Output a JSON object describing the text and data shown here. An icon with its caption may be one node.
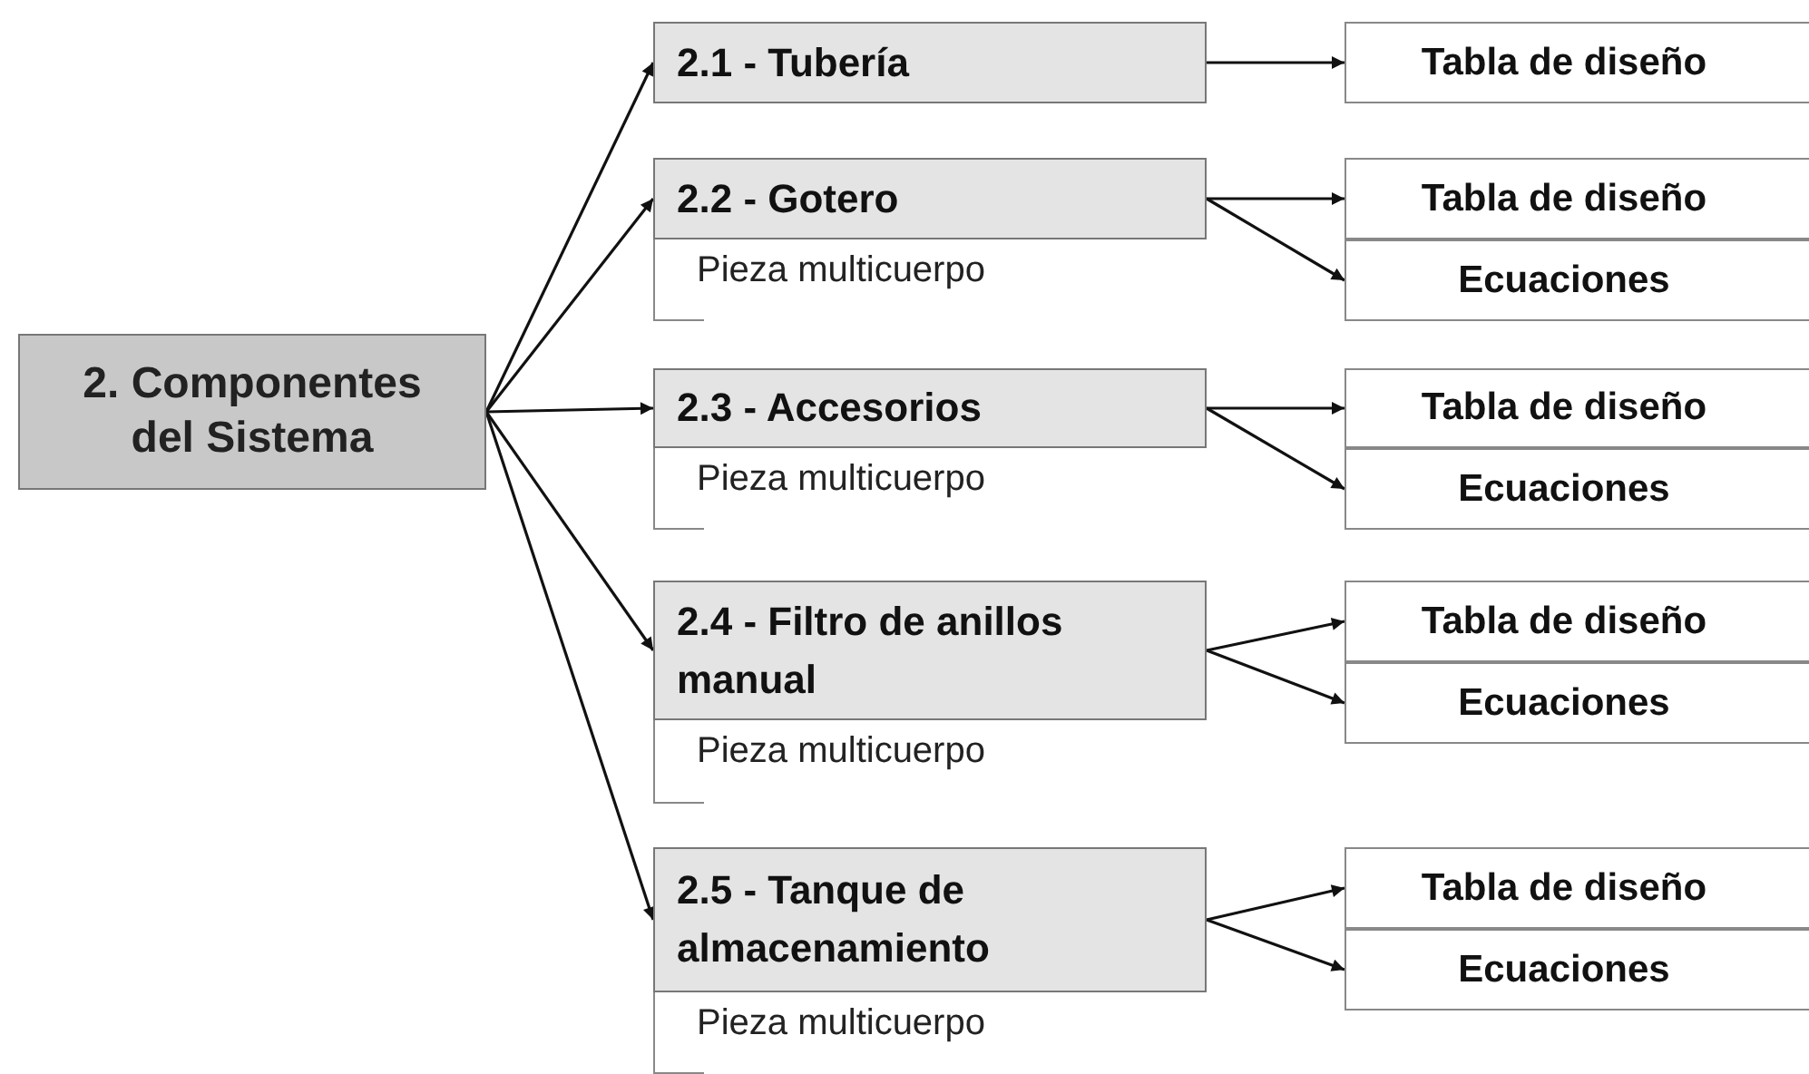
{
  "diagram": {
    "nodes": [
      {
        "text": [
          "2. Componentes del Sistema"
        ]
      },
      {
        "text": [
          "2.1 - Tubería"
        ]
      },
      {
        "text": [
          "Tabla de diseño"
        ]
      },
      {
        "text": [
          "2.2 - Gotero",
          "Pieza multicuerpo"
        ]
      },
      {
        "text": [
          "Tabla de diseño"
        ]
      },
      {
        "text": [
          "Ecuaciones"
        ]
      },
      {
        "text": [
          "2.3 - Accesorios",
          "Pieza multicuerpo"
        ]
      },
      {
        "text": [
          "Tabla de diseño"
        ]
      },
      {
        "text": [
          "Ecuaciones"
        ]
      },
      {
        "text": [
          "2.4 - Filtro de anillos manual",
          "Pieza multicuerpo"
        ]
      },
      {
        "text": [
          "Tabla de diseño"
        ]
      },
      {
        "text": [
          "Ecuaciones"
        ]
      },
      {
        "text": [
          "2.5 - Tanque de almacenamiento",
          "Pieza multicuerpo"
        ]
      },
      {
        "text": [
          "Tabla de diseño"
        ]
      },
      {
        "text": [
          "Ecuaciones"
        ]
      }
    ],
    "edges": [
      {
        "from": 0,
        "to": 1,
        "arrow": "to"
      },
      {
        "from": 0,
        "to": 3,
        "arrow": "to"
      },
      {
        "from": 0,
        "to": 6,
        "arrow": "to"
      },
      {
        "from": 0,
        "to": 9,
        "arrow": "to"
      },
      {
        "from": 0,
        "to": 12,
        "arrow": "to"
      },
      {
        "from": 1,
        "to": 2,
        "arrow": "to"
      },
      {
        "from": 3,
        "to": 4,
        "arrow": "to"
      },
      {
        "from": 3,
        "to": 5,
        "arrow": "to"
      },
      {
        "from": 6,
        "to": 7,
        "arrow": "to"
      },
      {
        "from": 6,
        "to": 8,
        "arrow": "to"
      },
      {
        "from": 9,
        "to": 10,
        "arrow": "to"
      },
      {
        "from": 9,
        "to": 11,
        "arrow": "to"
      },
      {
        "from": 12,
        "to": 13,
        "arrow": "to"
      },
      {
        "from": 12,
        "to": 14,
        "arrow": "to"
      }
    ]
  }
}
